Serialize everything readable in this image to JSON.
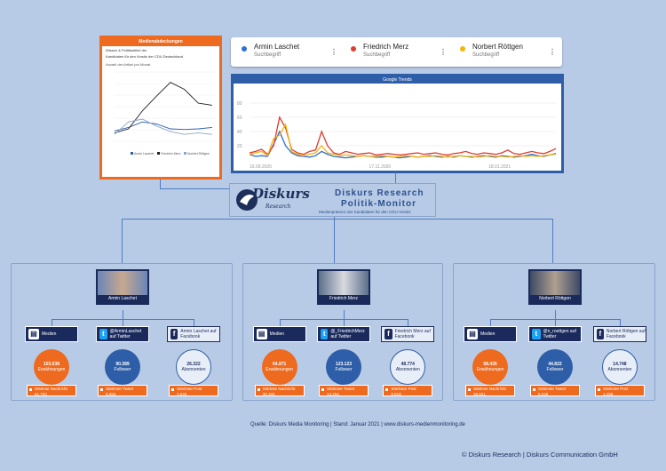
{
  "media_chart": {
    "header": "Medienabdeckungen",
    "subtitle": [
      "Wissen & Politikartikel der",
      "Kandidaten für den Vorsitz der CDU Deutschland"
    ],
    "legend_note": "Anzahl der Artikel pro Monat",
    "chart_data": {
      "type": "line",
      "series": [
        {
          "name": "Armin Laschet",
          "color": "#2f5ea8",
          "values": [
            15,
            20,
            28,
            25,
            18,
            17,
            18,
            20
          ]
        },
        {
          "name": "Friedrich Merz",
          "color": "#222222",
          "values": [
            12,
            18,
            44,
            65,
            85,
            75,
            55,
            52
          ]
        },
        {
          "name": "Norbert Röttgen",
          "color": "#8aa4cc",
          "values": [
            10,
            28,
            32,
            22,
            14,
            10,
            12,
            10
          ]
        }
      ]
    }
  },
  "legend": [
    {
      "name": "Armin Laschet",
      "type": "Suchbegriff",
      "color": "#2f6fd6"
    },
    {
      "name": "Friedrich Merz",
      "type": "Suchbegriff",
      "color": "#e23b2e"
    },
    {
      "name": "Norbert Röttgen",
      "type": "Suchbegriff",
      "color": "#f2b50a"
    }
  ],
  "trends": {
    "header": "Google Trends",
    "ylabels": [
      "80",
      "60",
      "40",
      "20"
    ],
    "xlabels": [
      "16.09.2020",
      "17.11.2020",
      "18.01.2021"
    ],
    "chart_data": {
      "type": "line",
      "series": [
        {
          "name": "Armin Laschet",
          "color": "#2f6fd6",
          "values": [
            8,
            5,
            6,
            5,
            22,
            40,
            20,
            10,
            6,
            5,
            4,
            6,
            12,
            8,
            5,
            4,
            3,
            4,
            5,
            6,
            5,
            4,
            4,
            5,
            4,
            3,
            4,
            5,
            4,
            5,
            6,
            5,
            4,
            5,
            4,
            6,
            5,
            4,
            5,
            6,
            5,
            4,
            6,
            5,
            4,
            5,
            6,
            8,
            6,
            5,
            7,
            9
          ]
        },
        {
          "name": "Friedrich Merz",
          "color": "#e23b2e",
          "values": [
            10,
            12,
            15,
            8,
            20,
            60,
            45,
            15,
            10,
            8,
            12,
            14,
            40,
            20,
            10,
            8,
            12,
            10,
            8,
            9,
            10,
            7,
            8,
            9,
            8,
            7,
            8,
            9,
            10,
            8,
            9,
            10,
            8,
            7,
            9,
            10,
            12,
            9,
            8,
            10,
            9,
            8,
            10,
            14,
            9,
            8,
            10,
            12,
            10,
            9,
            12,
            16
          ]
        },
        {
          "name": "Norbert Röttgen",
          "color": "#f2b50a",
          "values": [
            8,
            10,
            12,
            6,
            30,
            35,
            50,
            12,
            8,
            6,
            8,
            10,
            20,
            10,
            8,
            6,
            7,
            6,
            5,
            6,
            5,
            5,
            6,
            5,
            4,
            5,
            6,
            5,
            4,
            5,
            5,
            6,
            5,
            4,
            5,
            6,
            5,
            5,
            4,
            5,
            6,
            5,
            5,
            4,
            5,
            6,
            5,
            6,
            5,
            6,
            7,
            8
          ]
        }
      ]
    }
  },
  "logo": {
    "name": "Diskurs",
    "script": "Research",
    "title1": "Diskurs Research",
    "title2": "Politik-Monitor",
    "subtitle": "Medienpräsenz der Kandidaten für den CDU-Vorsitz"
  },
  "candidates": [
    {
      "name": "Armin Laschet",
      "media_label": "Medien",
      "twitter_label": "@ArminLaschet auf Twitter",
      "facebook_label": "Armin Laschet auf Facebook",
      "media_value": "103.038",
      "media_unit": "Erwähnungen",
      "twitter_value": "90.389",
      "twitter_unit": "Follower",
      "facebook_value": "26.322",
      "facebook_unit": "Abonnenten",
      "stat1_label": "Stärkste Nachricht",
      "stat1_value": "61.783",
      "stat2_label": "Stärkster Tweet",
      "stat2_value": "5.993",
      "stat3_label": "Stärkster Post",
      "stat3_value": "3.646"
    },
    {
      "name": "Friedrich Merz",
      "media_label": "Medien",
      "twitter_label": "@_FriedrichMerz auf Twitter",
      "facebook_label": "Friedrich Merz auf Facebook",
      "media_value": "64.871",
      "media_unit": "Erwähnungen",
      "twitter_value": "123.123",
      "twitter_unit": "Follower",
      "facebook_value": "48.774",
      "facebook_unit": "Abonnenten",
      "stat1_label": "Stärkste Nachricht",
      "stat1_value": "30.183",
      "stat2_label": "Stärkster Tweet",
      "stat2_value": "14.254",
      "stat3_label": "Stärkster Post",
      "stat3_value": "8.818"
    },
    {
      "name": "Norbert Röttgen",
      "media_label": "Medien",
      "twitter_label": "@n_roettgen auf Twitter",
      "facebook_label": "Norbert Röttgen auf Facebook",
      "media_value": "58.435",
      "media_unit": "Erwähnungen",
      "twitter_value": "44.822",
      "twitter_unit": "Follower",
      "facebook_value": "14.748",
      "facebook_unit": "Abonnenten",
      "stat1_label": "Stärkste Nachricht",
      "stat1_value": "35.521",
      "stat2_label": "Stärkster Tweet",
      "stat2_value": "5.239",
      "stat3_label": "Stärkster Post",
      "stat3_value": "1.298"
    }
  ],
  "footer": "Quelle: Diskurs Media Monitoring | Stand: Januar 2021 | www.diskurs-medienmonitoring.de",
  "copyright": "© Diskurs Research | Diskurs Communication GmbH"
}
